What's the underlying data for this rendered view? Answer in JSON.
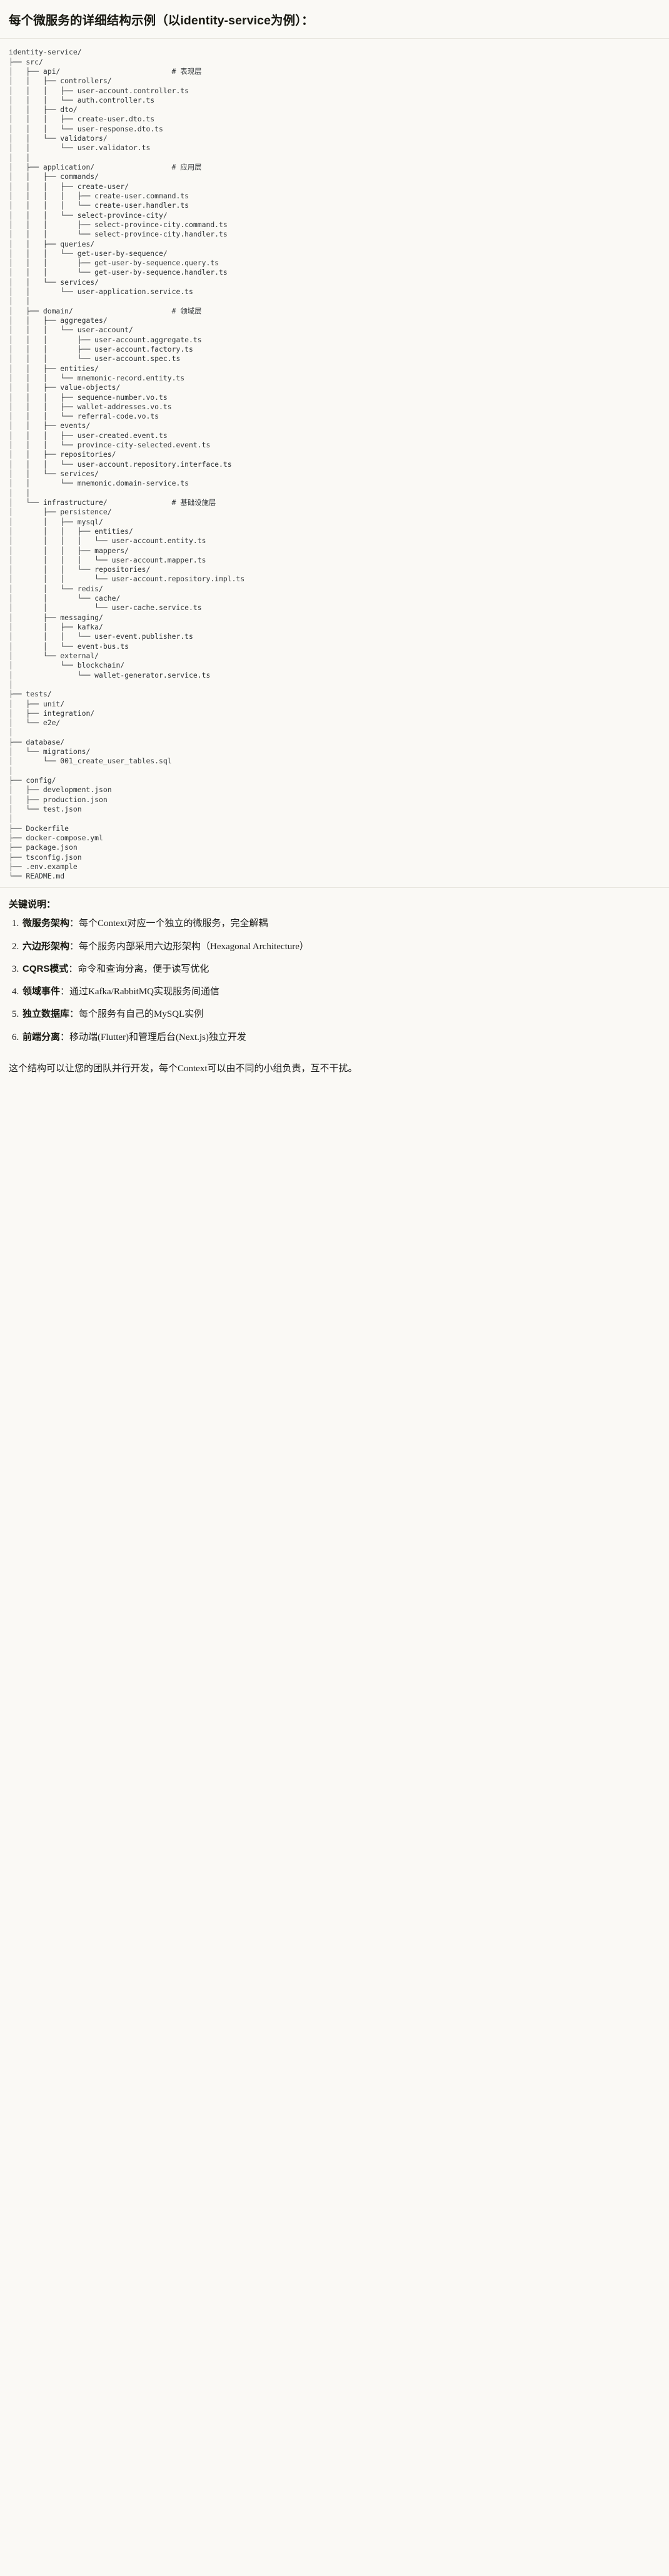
{
  "heading": "每个微服务的详细结构示例（以identity-service为例）：",
  "tree": {
    "title": "identity-service/",
    "text": "identity-service/\n├── src/\n│   ├── api/                          # 表现层\n│   │   ├── controllers/\n│   │   │   ├── user-account.controller.ts\n│   │   │   └── auth.controller.ts\n│   │   ├── dto/\n│   │   │   ├── create-user.dto.ts\n│   │   │   └── user-response.dto.ts\n│   │   └── validators/\n│   │       └── user.validator.ts\n│   │\n│   ├── application/                  # 应用层\n│   │   ├── commands/\n│   │   │   ├── create-user/\n│   │   │   │   ├── create-user.command.ts\n│   │   │   │   └── create-user.handler.ts\n│   │   │   └── select-province-city/\n│   │   │       ├── select-province-city.command.ts\n│   │   │       └── select-province-city.handler.ts\n│   │   ├── queries/\n│   │   │   └── get-user-by-sequence/\n│   │   │       ├── get-user-by-sequence.query.ts\n│   │   │       └── get-user-by-sequence.handler.ts\n│   │   └── services/\n│   │       └── user-application.service.ts\n│   │\n│   ├── domain/                       # 领域层\n│   │   ├── aggregates/\n│   │   │   └── user-account/\n│   │   │       ├── user-account.aggregate.ts\n│   │   │       ├── user-account.factory.ts\n│   │   │       └── user-account.spec.ts\n│   │   ├── entities/\n│   │   │   └── mnemonic-record.entity.ts\n│   │   ├── value-objects/\n│   │   │   ├── sequence-number.vo.ts\n│   │   │   ├── wallet-addresses.vo.ts\n│   │   │   └── referral-code.vo.ts\n│   │   ├── events/\n│   │   │   ├── user-created.event.ts\n│   │   │   └── province-city-selected.event.ts\n│   │   ├── repositories/\n│   │   │   └── user-account.repository.interface.ts\n│   │   └── services/\n│   │       └── mnemonic.domain-service.ts\n│   │\n│   └── infrastructure/               # 基础设施层\n│       ├── persistence/\n│       │   ├── mysql/\n│       │   │   ├── entities/\n│       │   │   │   └── user-account.entity.ts\n│       │   │   ├── mappers/\n│       │   │   │   └── user-account.mapper.ts\n│       │   │   └── repositories/\n│       │   │       └── user-account.repository.impl.ts\n│       │   └── redis/\n│       │       └── cache/\n│       │           └── user-cache.service.ts\n│       ├── messaging/\n│       │   ├── kafka/\n│       │   │   └── user-event.publisher.ts\n│       │   └── event-bus.ts\n│       └── external/\n│           └── blockchain/\n│               └── wallet-generator.service.ts\n│\n├── tests/\n│   ├── unit/\n│   ├── integration/\n│   └── e2e/\n│\n├── database/\n│   └── migrations/\n│       └── 001_create_user_tables.sql\n│\n├── config/\n│   ├── development.json\n│   ├── production.json\n│   └── test.json\n│\n├── Dockerfile\n├── docker-compose.yml\n├── package.json\n├── tsconfig.json\n├── .env.example\n└── README.md",
    "layer_comments": [
      {
        "path": "src/api/",
        "comment": "# 表现层"
      },
      {
        "path": "src/application/",
        "comment": "# 应用层"
      },
      {
        "path": "src/domain/",
        "comment": "# 领域层"
      },
      {
        "path": "src/infrastructure/",
        "comment": "# 基础设施层"
      }
    ]
  },
  "keypoints": {
    "title": "关键说明：",
    "items": [
      {
        "term": "微服务架构",
        "sep": "：",
        "desc": "每个Context对应一个独立的微服务，完全解耦"
      },
      {
        "term": "六边形架构",
        "sep": "：",
        "desc": "每个服务内部采用六边形架构（Hexagonal Architecture）"
      },
      {
        "term": "CQRS模式",
        "sep": "：",
        "desc": "命令和查询分离，便于读写优化"
      },
      {
        "term": "领域事件",
        "sep": "：",
        "desc": "通过Kafka/RabbitMQ实现服务间通信"
      },
      {
        "term": "独立数据库",
        "sep": "：",
        "desc": "每个服务有自己的MySQL实例"
      },
      {
        "term": "前端分离",
        "sep": "：",
        "desc": "移动端(Flutter)和管理后台(Next.js)独立开发"
      }
    ]
  },
  "closing": "这个结构可以让您的团队并行开发，每个Context可以由不同的小组负责，互不干扰。",
  "colors": {
    "background": "#faf9f5",
    "text": "#1f1f1d",
    "code_text": "#2f3336",
    "rule": "#e8e6df"
  }
}
